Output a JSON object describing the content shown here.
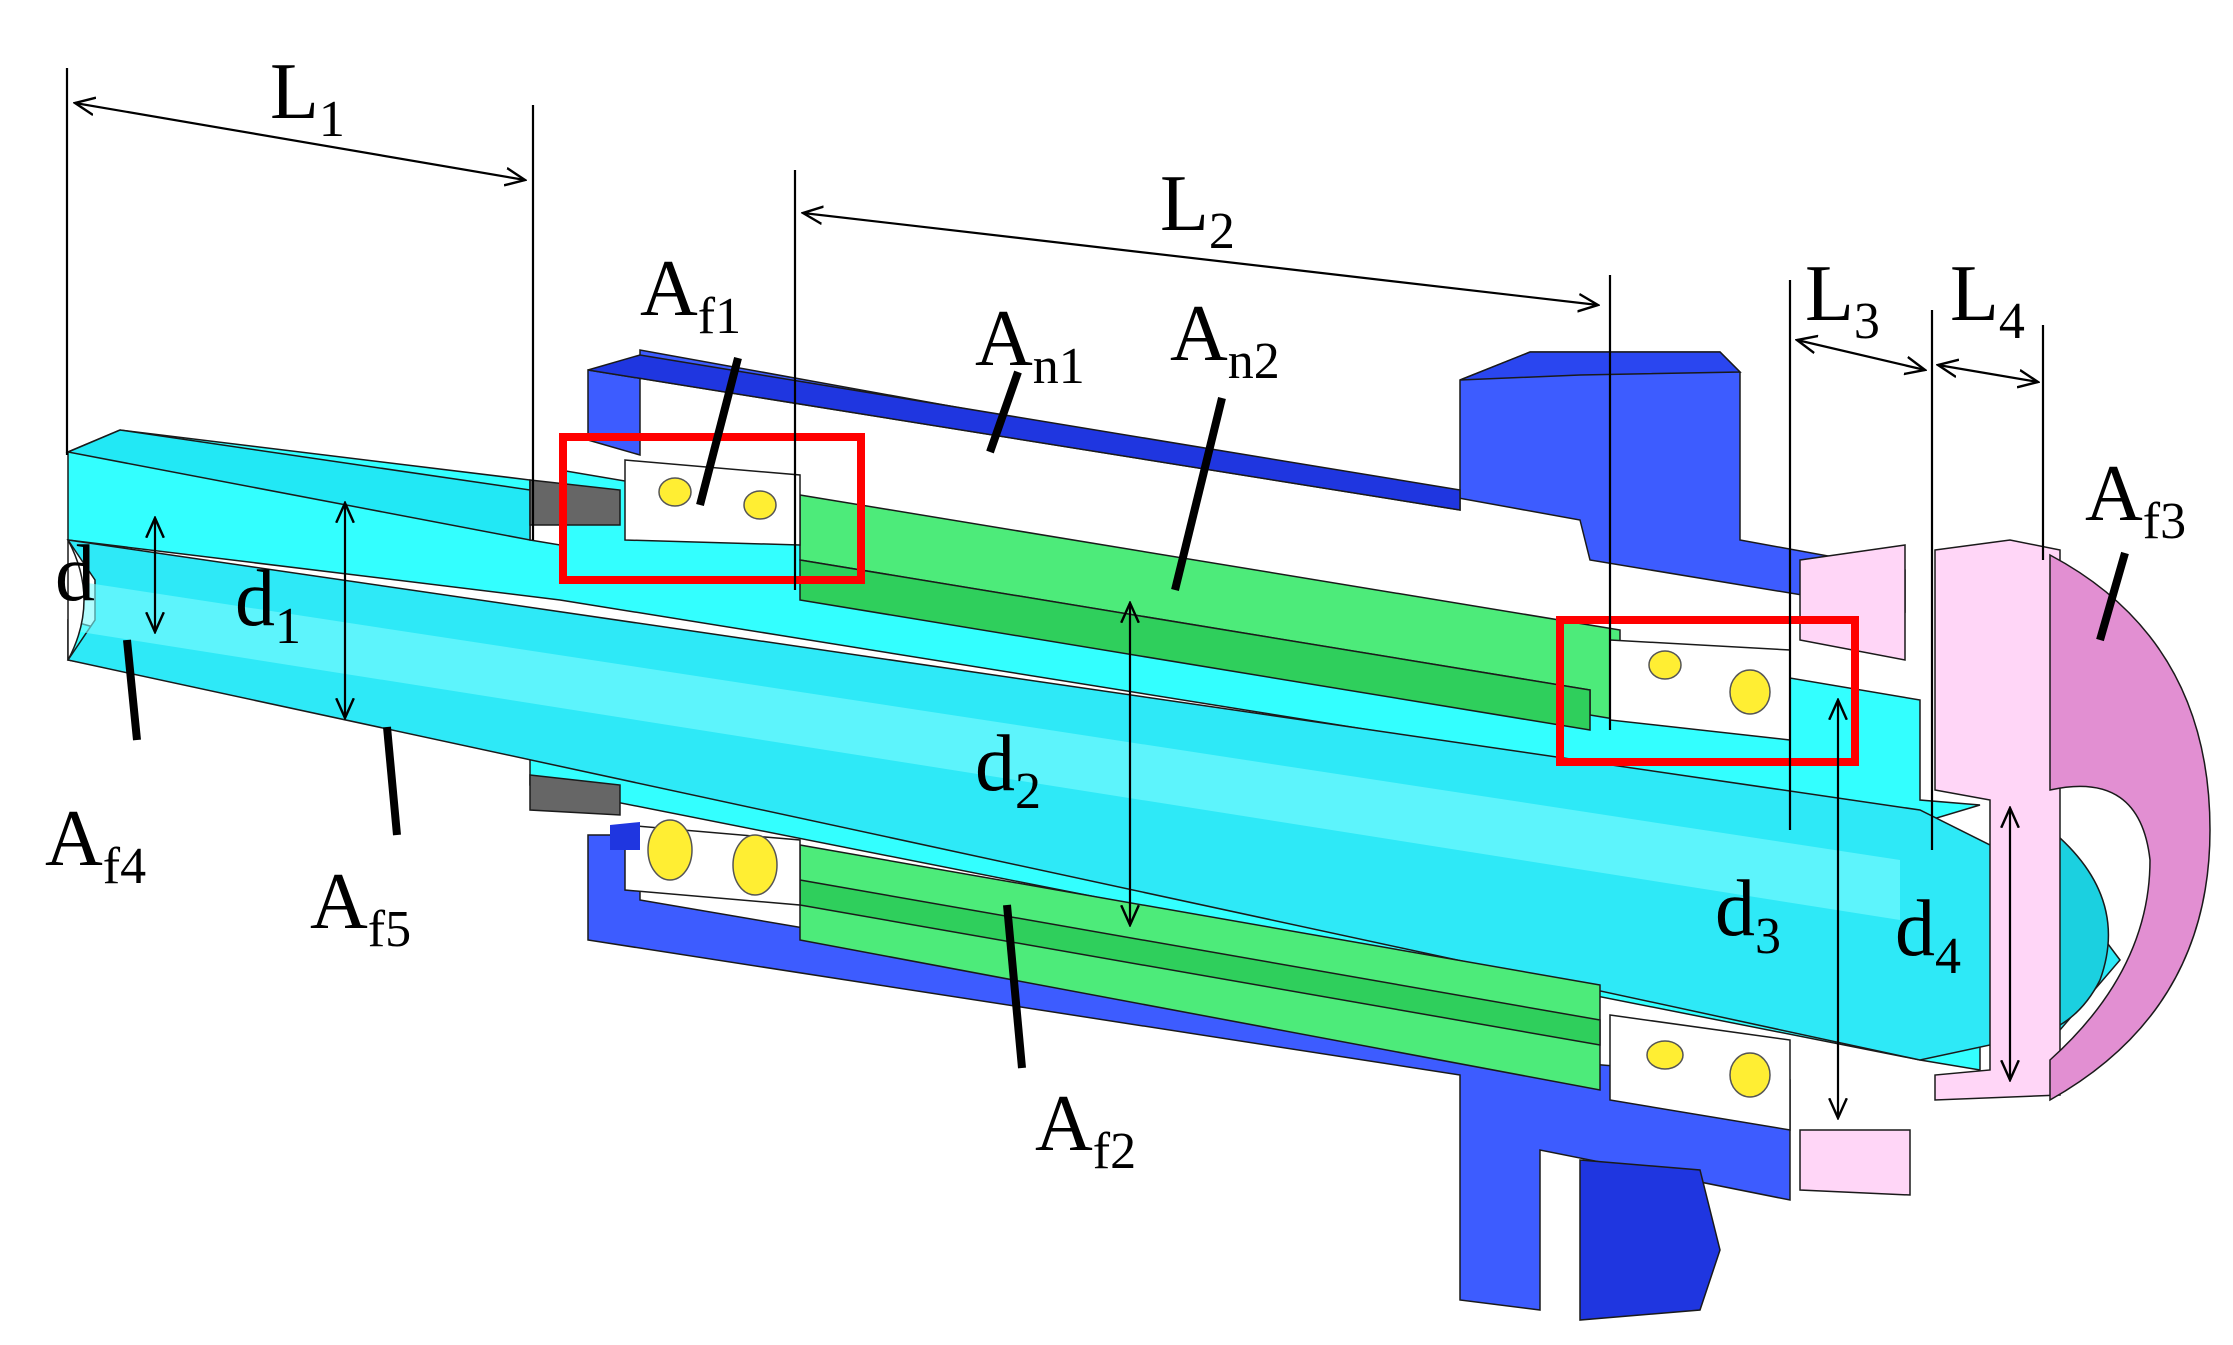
{
  "labels": {
    "L1": {
      "main": "L",
      "sub": "1"
    },
    "L2": {
      "main": "L",
      "sub": "2"
    },
    "L3": {
      "main": "L",
      "sub": "3"
    },
    "L4": {
      "main": "L",
      "sub": "4"
    },
    "d": {
      "main": "d",
      "sub": ""
    },
    "d1": {
      "main": "d",
      "sub": "1"
    },
    "d2": {
      "main": "d",
      "sub": "2"
    },
    "d3": {
      "main": "d",
      "sub": "3"
    },
    "d4": {
      "main": "d",
      "sub": "4"
    },
    "Af1": {
      "main": "A",
      "sub": "f1"
    },
    "Af2": {
      "main": "A",
      "sub": "f2"
    },
    "Af3": {
      "main": "A",
      "sub": "f3"
    },
    "Af4": {
      "main": "A",
      "sub": "f4"
    },
    "Af5": {
      "main": "A",
      "sub": "f5"
    },
    "An1": {
      "main": "A",
      "sub": "n1"
    },
    "An2": {
      "main": "A",
      "sub": "n2"
    }
  },
  "colors": {
    "shaft": "#33ffff",
    "shaft_dark": "#1ad6e6",
    "housing": "#3d5cff",
    "housing_dark": "#1f36e0",
    "spacer": "#4deb7a",
    "spacer_dark": "#2fcf5c",
    "cap": "#ffd6f7",
    "flange_face": "#e28fd2",
    "bearing_ring": "#ffffff",
    "ball": "#ffee33",
    "highlight_box": "#ff0000",
    "nut": "#666666"
  }
}
